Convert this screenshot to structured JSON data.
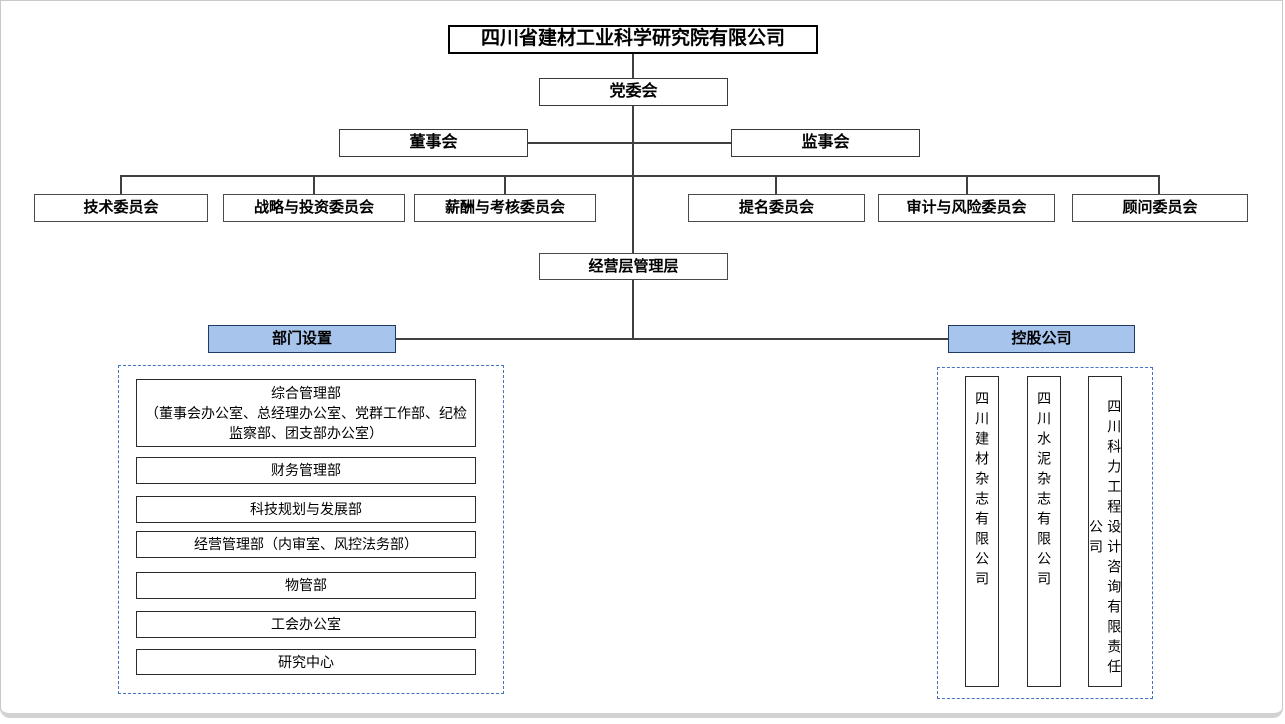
{
  "org": {
    "company": "四川省建材工业科学研究院有限公司",
    "party_committee": "党委会",
    "board": "董事会",
    "supervisory": "监事会",
    "committees": [
      "技术委员会",
      "战略与投资委员会",
      "薪酬与考核委员会",
      "提名委员会",
      "审计与风险委员会",
      "顾问委员会"
    ],
    "management": "经营层管理层",
    "departments": {
      "title": "部门设置",
      "items": [
        {
          "line1": "综合管理部",
          "line2": "（董事会办公室、总经理办公室、党群工作部、纪检监察部、团支部办公室）"
        },
        {
          "line1": "财务管理部"
        },
        {
          "line1": "科技规划与发展部"
        },
        {
          "line1": "经营管理部（内审室、风控法务部）"
        },
        {
          "line1": "物管部"
        },
        {
          "line1": "工会办公室"
        },
        {
          "line1": "研究中心"
        }
      ]
    },
    "holdings": {
      "title": "控股公司",
      "items": [
        "四川建材杂志有限公司",
        "四川水泥杂志有限公司",
        "四川科力工程设计咨询有限责任公司"
      ]
    },
    "colors": {
      "header_fill": "#A7C4EC",
      "dashed_border": "#4472C4",
      "connector": "#404040"
    }
  }
}
